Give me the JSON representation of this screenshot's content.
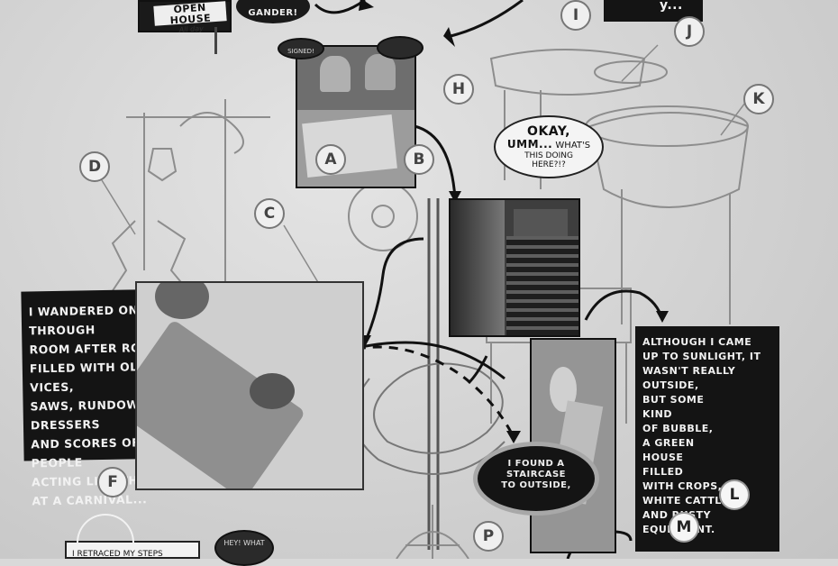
{
  "sign": {
    "title": "OPEN HOUSE",
    "subtitle": "All day"
  },
  "bubbles": {
    "gander": "GANDER!",
    "okay": "OKAY,",
    "umm": "UMM...",
    "whats": "WHAT'S",
    "this_doing": "THIS DOING",
    "here": "HERE?!?",
    "signed": "SIGNED!",
    "hey": "HEY! WHAT",
    "top_right": "y..."
  },
  "captions": {
    "wandered": [
      "I WANDERED ON THROUGH",
      "ROOM AFTER ROOM,",
      "FILLED WITH OLD VICES,",
      "SAWS, RUNDOWN DRESSERS",
      "AND SCORES OF PEOPLE",
      "ACTING LIKE THEY'RE",
      "AT A CARNIVAL..."
    ],
    "staircase": [
      "I FOUND A",
      "STAIRCASE",
      "TO OUTSIDE,"
    ],
    "sunlight": [
      "ALTHOUGH I CAME",
      "UP TO SUNLIGHT, IT",
      "WASN'T REALLY",
      "OUTSIDE,",
      "BUT SOME",
      "KIND",
      "OF BUBBLE,",
      "A GREEN",
      "HOUSE",
      "FILLED",
      "WITH CROPS,",
      "WHITE CATTLE",
      "AND RUSTY",
      "EQUIPMENT."
    ],
    "retraced": "I RETRACED MY STEPS"
  },
  "markers": [
    "A",
    "B",
    "C",
    "D",
    "F",
    "H",
    "I",
    "J",
    "K",
    "L",
    "M",
    "P"
  ],
  "colors": {
    "paper": "#d9d9d9",
    "ink": "#141414",
    "caption_text": "#f2f2f2"
  }
}
